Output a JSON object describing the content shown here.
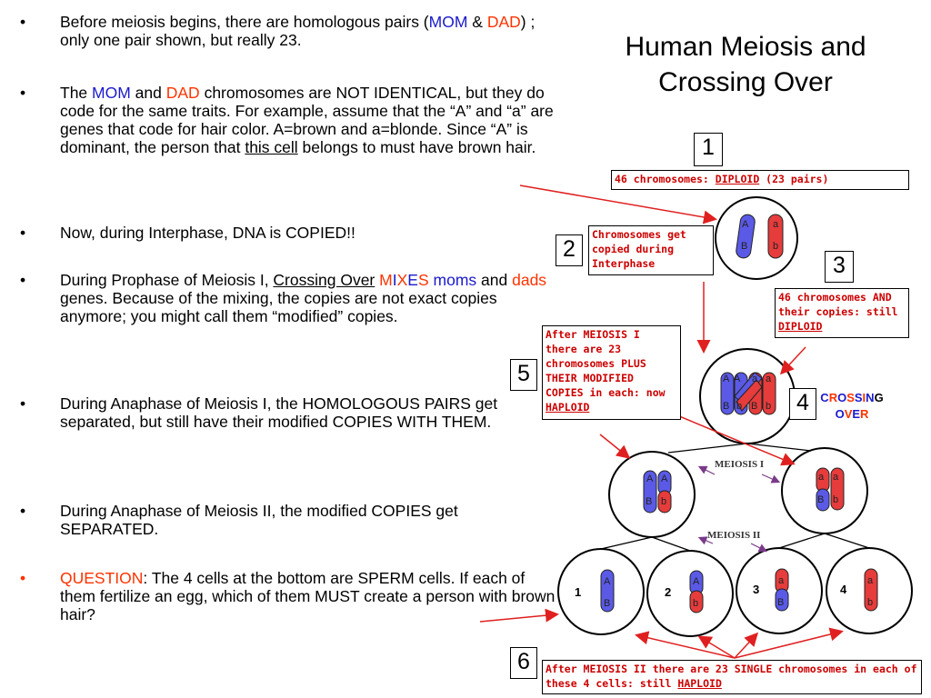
{
  "title": "Human Meiosis and Crossing Over",
  "bullets": [
    {
      "dot": "•",
      "parts": [
        "Before meiosis begins, there are homologous pairs (",
        "MOM",
        " & ",
        "DAD",
        ") ; only one pair shown, but really 23."
      ]
    },
    {
      "dot": "•",
      "parts": [
        "The ",
        "MOM",
        " and ",
        "DAD",
        " chromosomes are NOT IDENTICAL, but they do code for the same traits.  For example, assume that the “A” and “a” are genes that code for hair color.  A=brown and a=blonde.  Since “A” is dominant, the person that ",
        "this cell",
        " belongs to must have brown hair."
      ]
    },
    {
      "dot": "•",
      "text": "Now, during Interphase, DNA is COPIED!!"
    },
    {
      "dot": "•",
      "parts": [
        "During Prophase of Meiosis I, ",
        "Crossing Over",
        " ",
        "M",
        "I",
        "X",
        "E",
        "S",
        " ",
        "moms",
        " and ",
        "dads",
        " genes.  Because of the mixing, the copies are not exact copies anymore; you might call them “modified” copies."
      ]
    },
    {
      "dot": "•",
      "text": "During Anaphase of Meiosis I, the   HOMOLOGOUS PAIRS  get separated, but still have their modified COPIES WITH THEM."
    },
    {
      "dot": "•",
      "text": "During Anaphase of Meiosis II, the modified COPIES get SEPARATED."
    },
    {
      "dot": "•",
      "parts": [
        "QUESTION",
        ":  The 4 cells at the bottom are SPERM cells.   If each of them fertilize an egg, which of them MUST create a person with brown hair?"
      ]
    }
  ],
  "steps": {
    "s1": "1",
    "s2": "2",
    "s3": "3",
    "s4": "4",
    "s5": "5",
    "s6": "6"
  },
  "labels": {
    "l1": {
      "pre": "46 chromosomes: ",
      "u": "DIPLOID",
      "post": " (23 pairs)"
    },
    "l2": "Chromosomes get copied during Interphase",
    "l3": {
      "pre": "46 chromosomes AND their copies: still ",
      "u": "DIPLOID"
    },
    "l5": {
      "pre": "After MEIOSIS I there are 23 chromosomes PLUS THEIR MODIFIED COPIES in each: now ",
      "u": "HAPLOID"
    },
    "l6": {
      "pre": "After MEIOSIS  II there are 23 SINGLE chromosomes in each of these 4 cells: still ",
      "u": "HAPLOID"
    }
  },
  "crossing_over": {
    "parts": [
      "C",
      "R",
      "O",
      "S",
      "S",
      "I",
      "N",
      "G",
      "O",
      "V",
      "E",
      "R"
    ]
  },
  "meiosis1_label": "MEIOSIS  I",
  "meiosis2_label": "MEIOSIS  II",
  "cell_numbers": [
    "1",
    "2",
    "3",
    "4"
  ],
  "genes": {
    "A": "A",
    "a": "a",
    "B": "B",
    "b": "b"
  },
  "colors": {
    "mom": "#5a5ae6",
    "dad": "#e63c3c",
    "arrow": "#e02020",
    "accent_blue": "#1a1acc",
    "accent_red": "#ff3300",
    "label_text": "#cc0000"
  }
}
